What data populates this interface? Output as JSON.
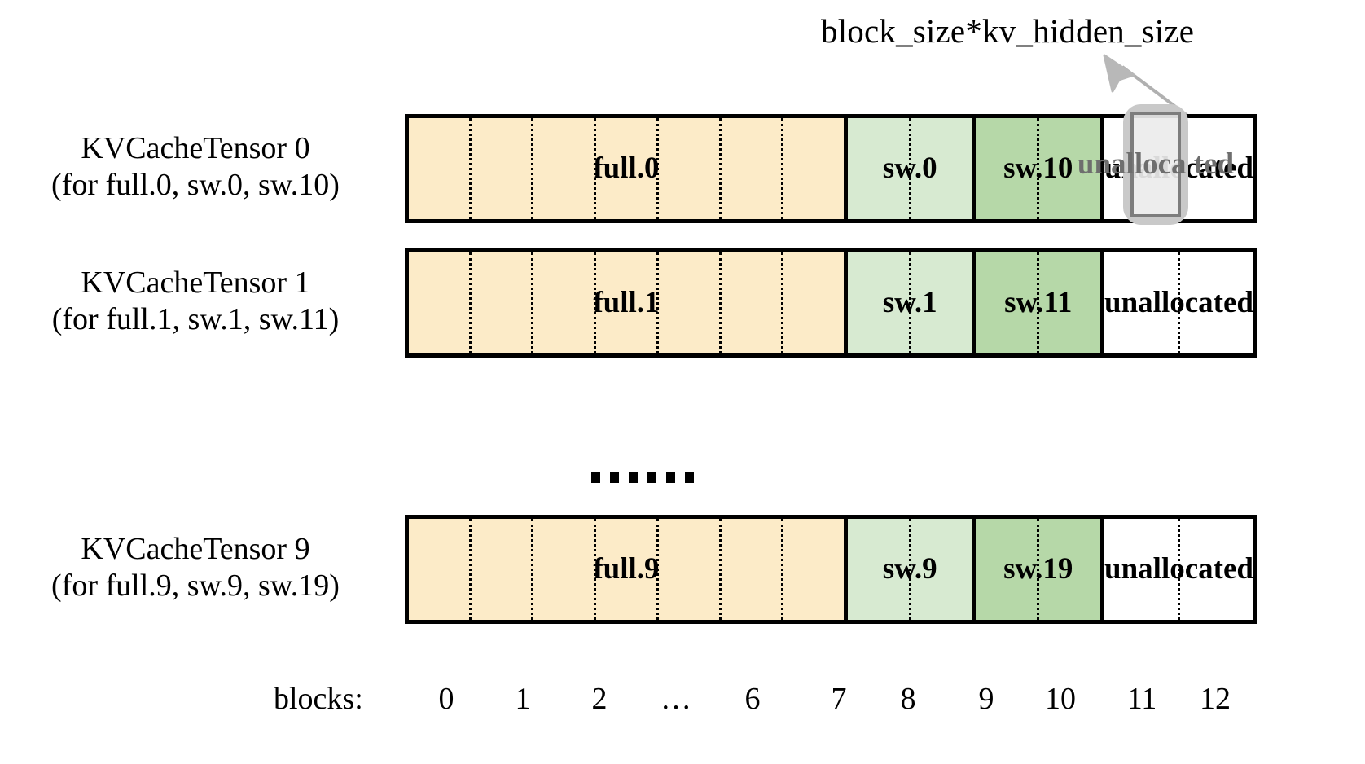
{
  "annotation": {
    "label": "block_size*kv_hidden_size",
    "arrow_icon": "arrow-up-right-icon",
    "target_block": "11"
  },
  "colors": {
    "full_fill": "#FCEBC8",
    "sw_fill": "#D7EAD1",
    "sw2_fill": "#B6D8A8",
    "unallocated_fill": "#FFFFFF",
    "border": "#000000",
    "highlight_outer": "#C9C9C9",
    "highlight_inner": "#7D7D7D",
    "highlight_text": "#6E6E6E"
  },
  "rows": [
    {
      "title": "KVCacheTensor 0",
      "subtitle": "(for full.0, sw.0, sw.10)",
      "segments": [
        {
          "label": "full.0",
          "kind": "full",
          "blocks": 7
        },
        {
          "label": "sw.0",
          "kind": "sw",
          "blocks": 2
        },
        {
          "label": "sw.10",
          "kind": "sw2",
          "blocks": 2
        },
        {
          "label": "unallocated",
          "kind": "unallocated",
          "blocks": 2
        }
      ],
      "highlighted": true,
      "highlight_label": "unalloca ted"
    },
    {
      "title": "KVCacheTensor 1",
      "subtitle": "(for full.1, sw.1, sw.11)",
      "segments": [
        {
          "label": "full.1",
          "kind": "full",
          "blocks": 7
        },
        {
          "label": "sw.1",
          "kind": "sw",
          "blocks": 2
        },
        {
          "label": "sw.11",
          "kind": "sw2",
          "blocks": 2
        },
        {
          "label": "unallocated",
          "kind": "unallocated",
          "blocks": 2
        }
      ],
      "highlighted": false
    },
    {
      "title": "KVCacheTensor 9",
      "subtitle": "(for full.9, sw.9, sw.19)",
      "segments": [
        {
          "label": "full.9",
          "kind": "full",
          "blocks": 7
        },
        {
          "label": "sw.9",
          "kind": "sw",
          "blocks": 2
        },
        {
          "label": "sw.19",
          "kind": "sw2",
          "blocks": 2
        },
        {
          "label": "unallocated",
          "kind": "unallocated",
          "blocks": 2
        }
      ],
      "highlighted": false
    }
  ],
  "ellipsis": {
    "dot_count": 6,
    "meaning": "rows-omitted"
  },
  "blocks_axis": {
    "title": "blocks:",
    "ticks": [
      "0",
      "1",
      "2",
      "…",
      "6",
      "7",
      "8",
      "9",
      "10",
      "11",
      "12"
    ]
  }
}
